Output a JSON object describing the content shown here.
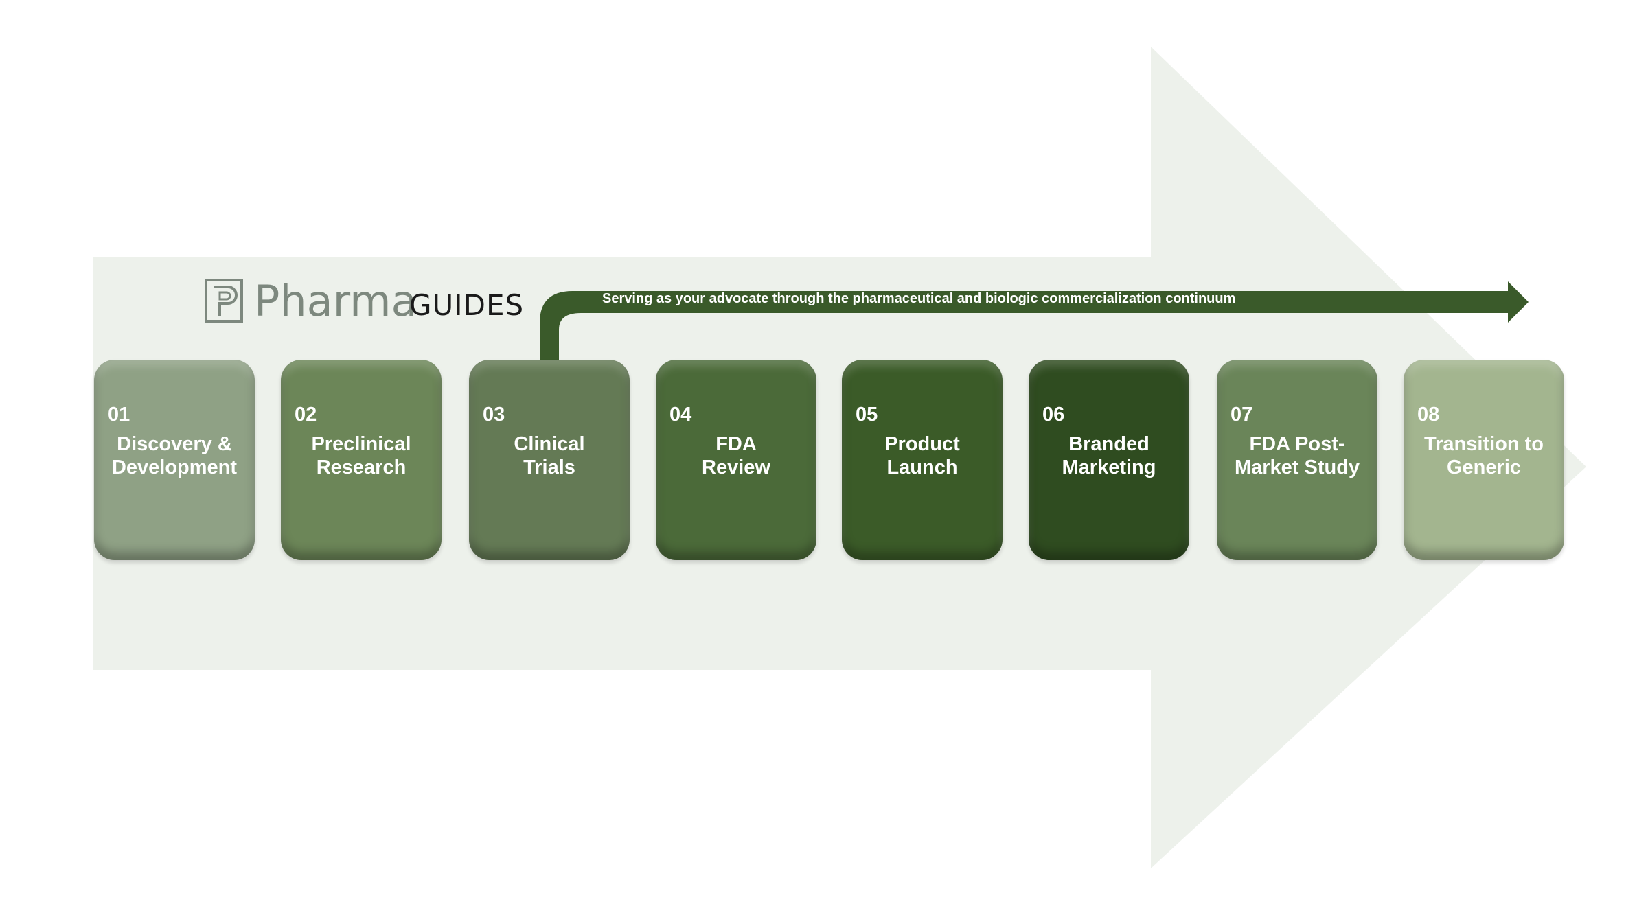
{
  "logo": {
    "word1": "Pharma",
    "word2": "GUIDES",
    "mark_icon": "pharmaguides-p-logo-icon"
  },
  "banner": {
    "text": "Serving as your advocate through the pharmaceutical and biologic commercialization continuum"
  },
  "colors": {
    "background_arrow": "#edf1eb",
    "banner_arrow": "#3a5a2a",
    "steps": [
      "#8fa185",
      "#6c8658",
      "#647a55",
      "#4b6a39",
      "#3b5b28",
      "#2f4c20",
      "#6a8559",
      "#a3b58f"
    ]
  },
  "steps": [
    {
      "number": "01",
      "line1": "Discovery &",
      "line2": "Development"
    },
    {
      "number": "02",
      "line1": "Preclinical",
      "line2": "Research"
    },
    {
      "number": "03",
      "line1": "Clinical",
      "line2": "Trials"
    },
    {
      "number": "04",
      "line1": "FDA",
      "line2": "Review"
    },
    {
      "number": "05",
      "line1": "Product",
      "line2": "Launch"
    },
    {
      "number": "06",
      "line1": "Branded",
      "line2": "Marketing"
    },
    {
      "number": "07",
      "line1": "FDA Post-",
      "line2": "Market Study"
    },
    {
      "number": "08",
      "line1": "Transition to",
      "line2": "Generic"
    }
  ]
}
